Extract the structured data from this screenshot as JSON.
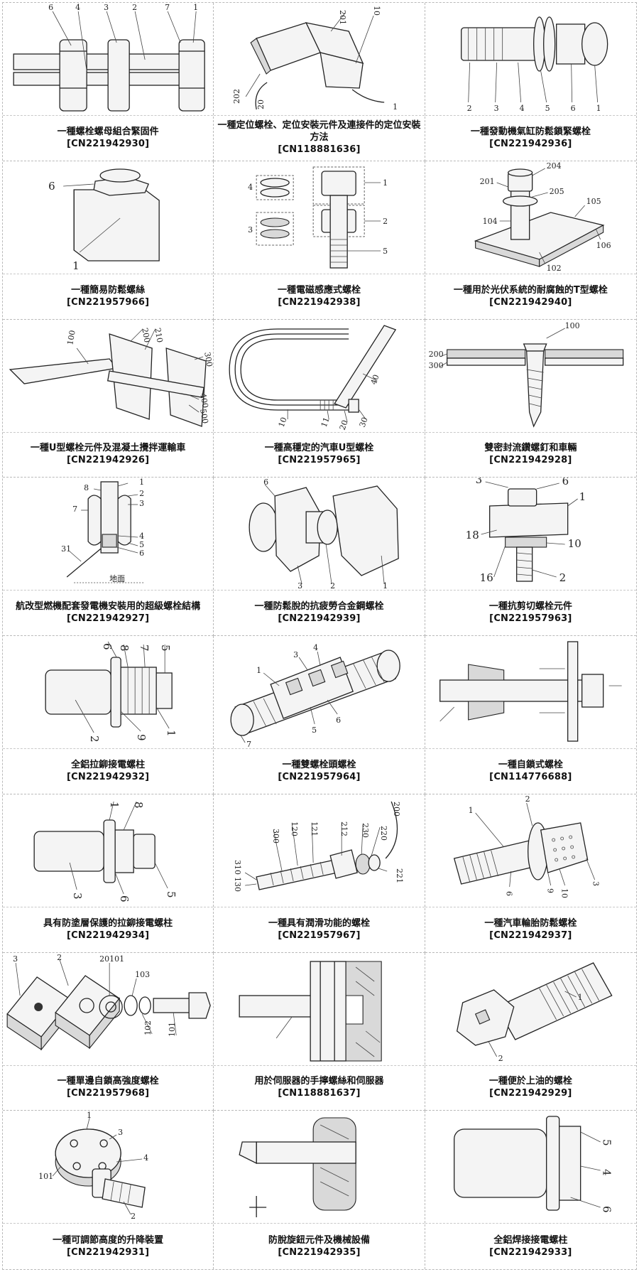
{
  "patents": [
    {
      "title": "一種螺栓螺母組合緊固件",
      "number": "[CN221942930]",
      "icon": "bolt-with-nuts-drawing"
    },
    {
      "title": "一種定位螺栓、定位安裝元件及連接件的定位安裝方法",
      "number": "[CN118881636]",
      "icon": "positioning-bolt-drawing"
    },
    {
      "title": "一種發動機氣缸防鬆鎖緊螺栓",
      "number": "[CN221942936]",
      "icon": "anti-loose-bolt-drawing"
    },
    {
      "title": "一種簡易防鬆螺絲",
      "number": "[CN221957966]",
      "icon": "simple-anti-loose-screw-drawing"
    },
    {
      "title": "一種電磁感應式螺栓",
      "number": "[CN221942938]",
      "icon": "electromagnetic-bolt-drawing"
    },
    {
      "title": "一種用於光伏系統的耐腐蝕的T型螺栓",
      "number": "[CN221942940]",
      "icon": "t-bolt-drawing"
    },
    {
      "title": "一種U型螺栓元件及混凝土攪拌運輸車",
      "number": "[CN221942926]",
      "icon": "u-bolt-mixer-drawing"
    },
    {
      "title": "一種高穩定的汽車U型螺栓",
      "number": "[CN221957965]",
      "icon": "car-u-bolt-drawing"
    },
    {
      "title": "雙密封流鑽螺釘和車輛",
      "number": "[CN221942928]",
      "icon": "flow-drill-screw-drawing"
    },
    {
      "title": "航改型燃機配套發電機安裝用的超級螺栓結構",
      "number": "[CN221942927]",
      "icon": "super-bolt-drawing"
    },
    {
      "title": "一種防鬆脫的抗疲勞合金鋼螺栓",
      "number": "[CN221942939]",
      "icon": "alloy-bolt-drawing"
    },
    {
      "title": "一種抗剪切螺栓元件",
      "number": "[CN221957963]",
      "icon": "shear-bolt-drawing"
    },
    {
      "title": "全鋁拉鉚接電螺柱",
      "number": "[CN221942932]",
      "icon": "rivet-stud-drawing"
    },
    {
      "title": "一種雙螺栓頭螺栓",
      "number": "[CN221957964]",
      "icon": "double-head-bolt-drawing"
    },
    {
      "title": "一種自鎖式螺栓",
      "number": "[CN114776688]",
      "icon": "self-locking-bolt-drawing"
    },
    {
      "title": "具有防塗層保護的拉鉚接電螺柱",
      "number": "[CN221942934]",
      "icon": "coated-rivet-stud-drawing"
    },
    {
      "title": "一種具有潤滑功能的螺栓",
      "number": "[CN221957967]",
      "icon": "lubricated-bolt-drawing"
    },
    {
      "title": "一種汽車輪胎防鬆螺栓",
      "number": "[CN221942937]",
      "icon": "wheel-bolt-drawing"
    },
    {
      "title": "一種單邊自鎖高強度螺栓",
      "number": "[CN221957968]",
      "icon": "one-side-bolt-drawing"
    },
    {
      "title": "用於伺服器的手擰螺絲和伺服器",
      "number": "[CN118881637]",
      "icon": "thumb-screw-drawing"
    },
    {
      "title": "一種便於上油的螺栓",
      "number": "[CN221942929]",
      "icon": "oiling-bolt-drawing"
    },
    {
      "title": "一種可調節高度的升降裝置",
      "number": "[CN221942931]",
      "icon": "lifting-device-drawing"
    },
    {
      "title": "防脫旋鈕元件及機械設備",
      "number": "[CN221942935]",
      "icon": "knob-drawing"
    },
    {
      "title": "全鋁焊接接電螺柱",
      "number": "[CN221942933]",
      "icon": "weld-stud-drawing"
    }
  ],
  "figure_labels": {
    "bolt_nuts": [
      "6",
      "4",
      "3",
      "2",
      "7",
      "1"
    ],
    "positioning": [
      "202",
      "201",
      "10",
      "20",
      "1"
    ],
    "engine": [
      "2",
      "3",
      "4",
      "5",
      "6",
      "1"
    ],
    "simple_screw": [
      "6",
      "1"
    ],
    "electromagnetic": [
      "4",
      "3",
      "1",
      "2",
      "5"
    ],
    "t_bolt": [
      "204",
      "201",
      "205",
      "105",
      "104",
      "106",
      "102"
    ],
    "u_mixer": [
      "100",
      "200",
      "210",
      "300",
      "500",
      "400"
    ],
    "car_u": [
      "40",
      "10",
      "11",
      "20",
      "30"
    ],
    "flow_drill": [
      "100",
      "200",
      "300"
    ],
    "super_bolt": [
      "8",
      "1",
      "2",
      "3",
      "7",
      "4",
      "5",
      "6",
      "31",
      "地面"
    ],
    "alloy": [
      "6",
      "3",
      "2",
      "1"
    ],
    "shear": [
      "3",
      "6",
      "1",
      "18",
      "10",
      "16",
      "2"
    ],
    "rivet": [
      "6",
      "8",
      "7",
      "5",
      "2",
      "9",
      "1"
    ],
    "double_head": [
      "1",
      "3",
      "4",
      "5",
      "6",
      "7"
    ],
    "coated": [
      "1",
      "8",
      "3",
      "6",
      "5"
    ],
    "lubricated": [
      "200",
      "300",
      "120",
      "121",
      "212",
      "230",
      "220",
      "310",
      "130",
      "221"
    ],
    "wheel": [
      "2",
      "1",
      "6",
      "9",
      "10",
      "3"
    ],
    "one_side": [
      "3",
      "2",
      "20101",
      "103",
      "102",
      "101"
    ],
    "oiling": [
      "1",
      "2"
    ],
    "lifting": [
      "1",
      "3",
      "4",
      "101",
      "2"
    ],
    "weld": [
      "5",
      "4",
      "6"
    ]
  }
}
